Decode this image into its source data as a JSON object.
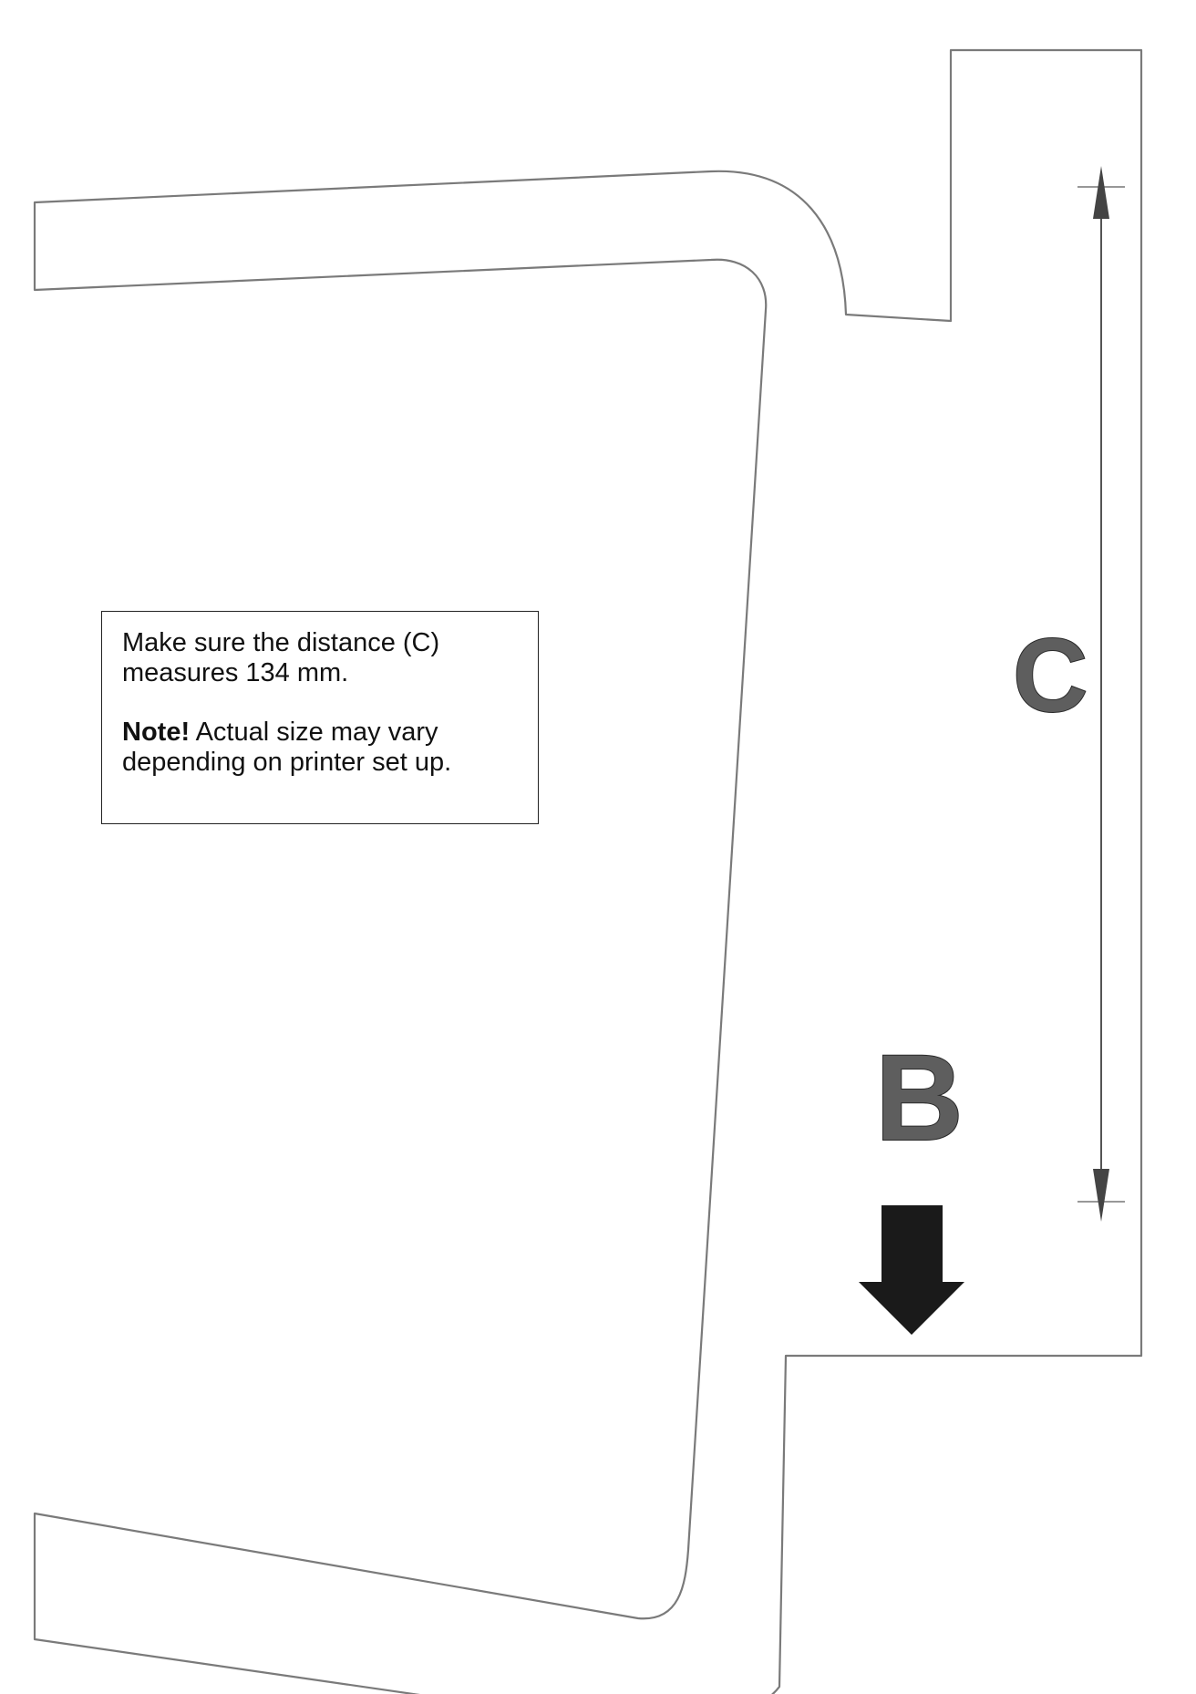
{
  "instructions": {
    "line1": "Make sure the distance (C)",
    "line2": "measures 134 mm.",
    "note_label": "Note!",
    "note_line1_rest": " Actual size may vary",
    "note_line2": "depending on printer set up."
  },
  "labels": {
    "dimension": "C",
    "side": "B"
  },
  "icons": {
    "dimension_arrows": "double-headed-dimension-arrow",
    "direction_arrow": "down-arrow-icon"
  },
  "colors": {
    "outline": "#7a7a7a",
    "text": "#111111",
    "arrow": "#1a1a1a"
  }
}
